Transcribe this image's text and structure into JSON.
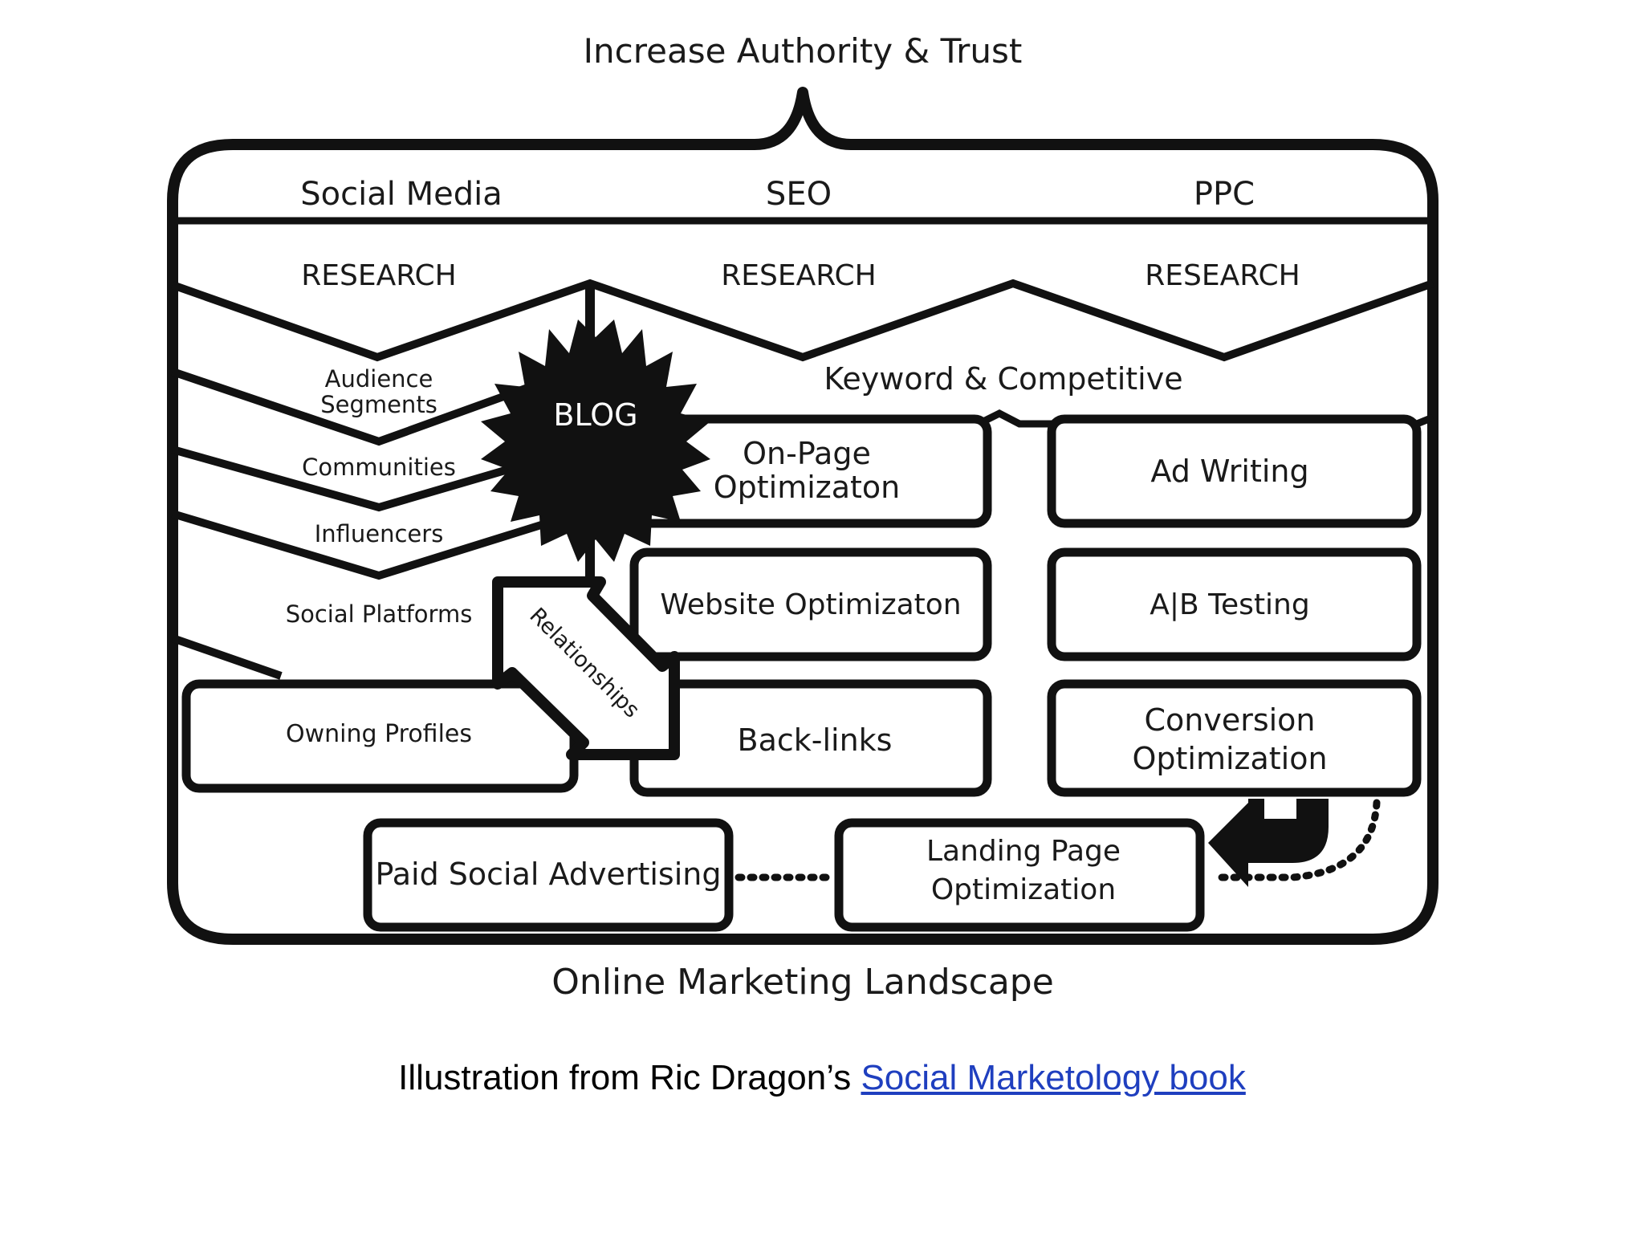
{
  "diagram": {
    "top_title": "Increase Authority & Trust",
    "columns": [
      "Social Media",
      "SEO",
      "PPC"
    ],
    "research_labels": [
      "RESEARCH",
      "RESEARCH",
      "RESEARCH"
    ],
    "blog_label": "BLOG",
    "keyword_label": "Keyword & Competitive",
    "social_items": {
      "audience_line1": "Audience",
      "audience_line2": "Segments",
      "communities": "Communities",
      "influencers": "Influencers",
      "social_platforms": "Social Platforms",
      "owning_profiles": "Owning Profiles"
    },
    "relationships_label": "Relationships",
    "seo_boxes": {
      "on_page_line1": "On-Page",
      "on_page_line2": "Optimizaton",
      "website_optimization": "Website Optimizaton",
      "back_links": "Back-links"
    },
    "ppc_boxes": {
      "ad_writing": "Ad Writing",
      "ab_testing": "A|B Testing",
      "conversion_line1": "Conversion",
      "conversion_line2": "Optimization"
    },
    "paid_social": "Paid Social Advertising",
    "landing_line1": "Landing Page",
    "landing_line2": "Optimization",
    "bottom_title": "Online Marketing Landscape"
  },
  "caption": {
    "prefix": "Illustration from Ric Dragon’s ",
    "link_text": "Social Marketology book"
  },
  "colors": {
    "ink": "#111111",
    "link": "#1f3fbf",
    "dots": "#999999"
  }
}
